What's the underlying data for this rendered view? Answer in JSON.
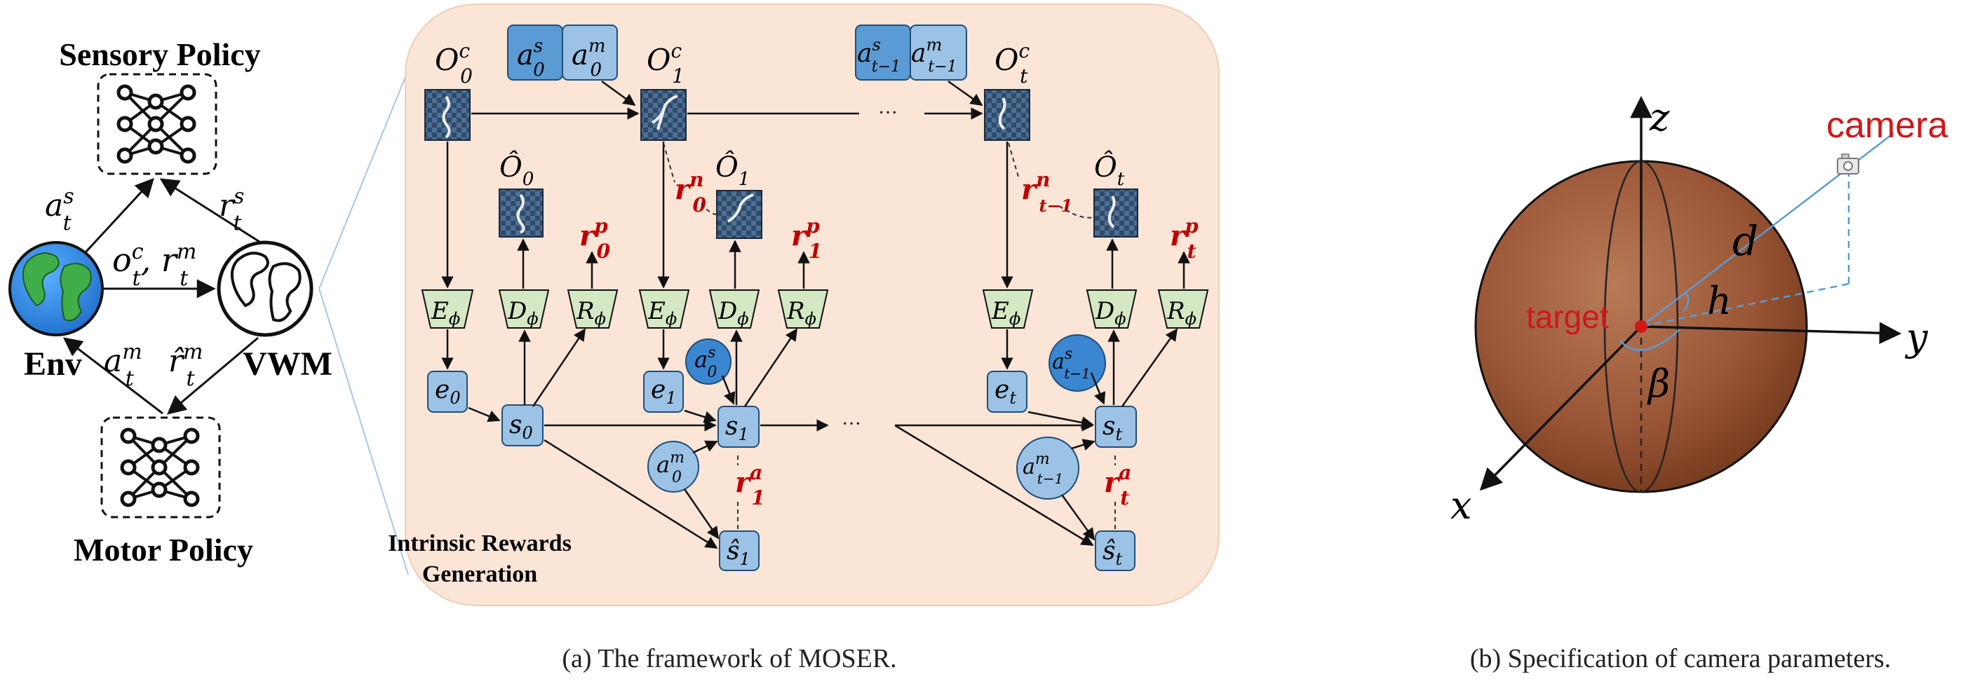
{
  "left": {
    "sensory_policy": "Sensory Policy",
    "motor_policy": "Motor Policy",
    "env": "Env",
    "vwm": "VWM",
    "a_s": "a",
    "a_s_sup": "s",
    "a_s_sub": "t",
    "r_s": "r",
    "r_s_sup": "s",
    "r_s_sub": "t",
    "mid_top": "o",
    "mid_top_sup": "c",
    "mid_top_sub": "t",
    "mid_comma": ", r",
    "mid_sup2": "m",
    "mid_sub2": "t",
    "a_m": "a",
    "a_m_sup": "m",
    "a_m_sub": "t",
    "rhat_m": "r̂",
    "rhat_m_sup": "m",
    "rhat_m_sub": "t"
  },
  "center": {
    "intrinsic_line1": "Intrinsic Rewards",
    "intrinsic_line2": "Generation",
    "ellipsis": "···",
    "O": "O",
    "O_sup": "c",
    "O_sub0": "0",
    "O_sub1": "1",
    "O_subt": "t",
    "Ohat": "Ô",
    "E": "E",
    "D": "D",
    "R": "R",
    "phi": "ϕ",
    "e": "e",
    "s": "s",
    "shat": "ŝ",
    "a": "a",
    "r": "r",
    "sup_s": "s",
    "sup_m": "m",
    "sup_p": "p",
    "sup_n": "n",
    "sup_a": "a",
    "sub_0": "0",
    "sub_1": "1",
    "sub_t": "t",
    "sub_tm1": "t−1"
  },
  "right": {
    "camera": "camera",
    "target": "target",
    "z": "z",
    "y": "y",
    "x": "x",
    "d": "d",
    "h": "h",
    "beta": "β"
  },
  "captions": {
    "a": "(a) The framework of MOSER.",
    "b": "(b) Specification of camera parameters."
  },
  "colors": {
    "panel_bg": "#fbe5d7",
    "trap_fill": "#d5e8c4",
    "node_fill": "#9cc3e6",
    "dark_blue": "#2e75b6",
    "mid_blue": "#5b9bd5",
    "red": "#c00000",
    "sphere": "#9c5a3a",
    "camera_red": "#d01818"
  }
}
